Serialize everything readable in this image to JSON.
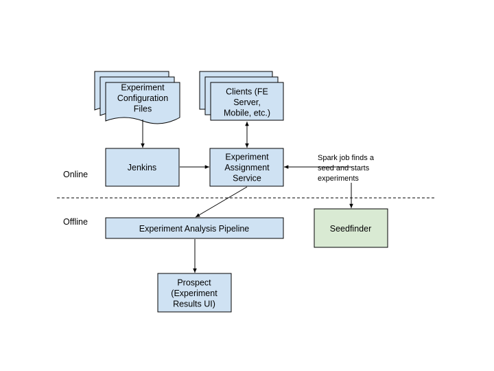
{
  "sections": {
    "online": "Online",
    "offline": "Offline"
  },
  "nodes": {
    "config_files": [
      "Experiment",
      "Configuration",
      "Files"
    ],
    "clients": [
      "Clients (FE",
      "Server,",
      "Mobile, etc.)"
    ],
    "jenkins": [
      "Jenkins"
    ],
    "assignment": [
      "Experiment",
      "Assignment",
      "Service"
    ],
    "pipeline": [
      "Experiment Analysis Pipeline"
    ],
    "seedfinder": [
      "Seedfinder"
    ],
    "prospect": [
      "Prospect",
      "(Experiment",
      "Results UI)"
    ]
  },
  "annotation": [
    "Spark job finds a",
    "seed and starts",
    "experiments"
  ],
  "colors": {
    "blue_fill": "#cfe2f3",
    "green_fill": "#d9ead3",
    "stroke": "#000000"
  }
}
